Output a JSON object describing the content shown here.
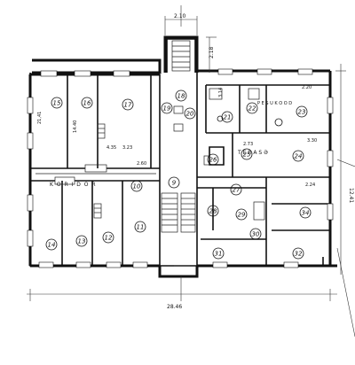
{
  "dimensions": {
    "top": "2.10",
    "right_stair": "2.18",
    "right_side": "12.41",
    "bottom": "28.46"
  },
  "rooms": [
    {
      "id": "15",
      "area": "21,41"
    },
    {
      "id": "16",
      "area": "14.40"
    },
    {
      "id": "17",
      "area": "3.23"
    },
    {
      "id": "18"
    },
    {
      "id": "19"
    },
    {
      "id": "20"
    },
    {
      "id": "21"
    },
    {
      "id": "22"
    },
    {
      "id": "23"
    },
    {
      "id": "24"
    },
    {
      "id": "25"
    },
    {
      "id": "26"
    },
    {
      "id": "27"
    },
    {
      "id": "28"
    },
    {
      "id": "29"
    },
    {
      "id": "30"
    },
    {
      "id": "31"
    },
    {
      "id": "32"
    },
    {
      "id": "34"
    },
    {
      "id": "10"
    },
    {
      "id": "9"
    },
    {
      "id": "11"
    },
    {
      "id": "12"
    },
    {
      "id": "13"
    },
    {
      "id": "14"
    }
  ],
  "labels": {
    "corridor": "K O R I D O R",
    "terrace": "T E R A S Ə",
    "pesuk": "P E S U K O O D"
  },
  "notes": [
    "4.35",
    "3.14",
    "2.73",
    "2.20",
    "3.30",
    "2.60",
    "2.24"
  ]
}
